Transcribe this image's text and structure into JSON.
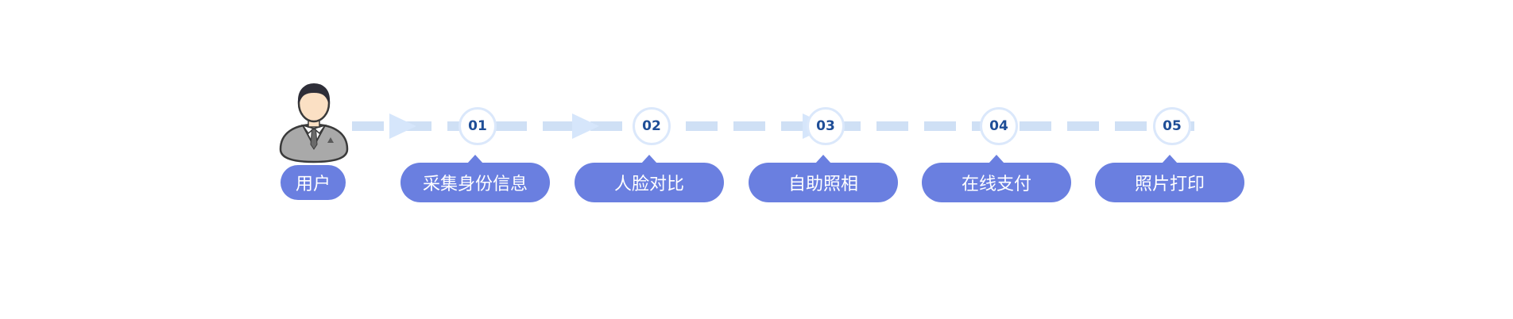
{
  "user": {
    "label": "用户",
    "icon": "businessman-avatar-icon"
  },
  "steps": [
    {
      "number": "01",
      "label": "采集身份信息"
    },
    {
      "number": "02",
      "label": "人脸对比"
    },
    {
      "number": "03",
      "label": "自助照相"
    },
    {
      "number": "04",
      "label": "在线支付"
    },
    {
      "number": "05",
      "label": "照片打印"
    }
  ],
  "colors": {
    "pill_fill": "#6a7fe0",
    "connector": "#cfe0f5",
    "circle_border": "#dbe8fb",
    "number_text": "#1f4e97"
  }
}
